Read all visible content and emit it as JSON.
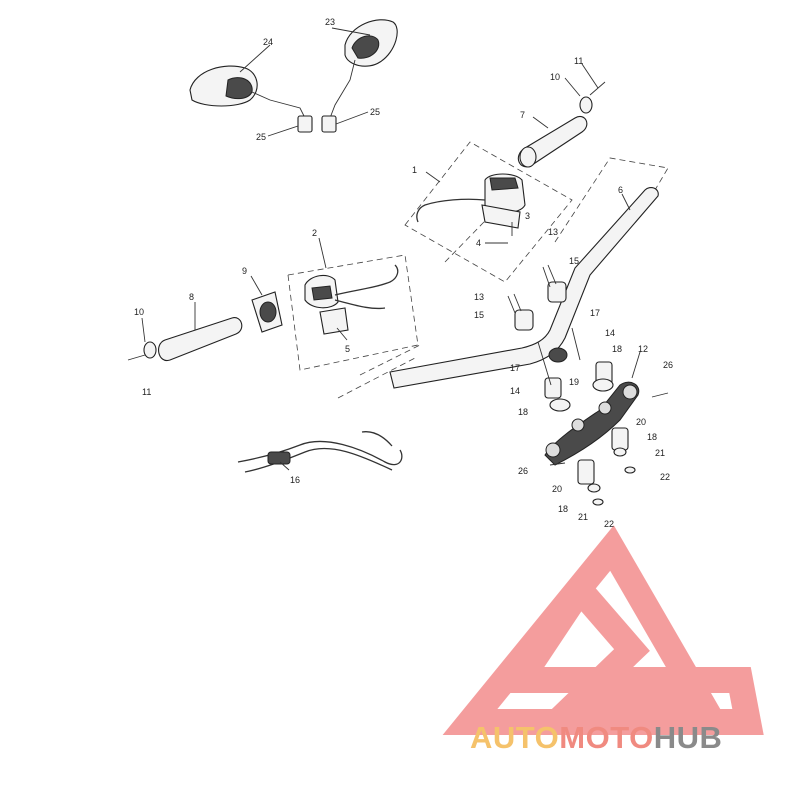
{
  "parts": [
    {
      "id": "1",
      "label": "1"
    },
    {
      "id": "2",
      "label": "2"
    },
    {
      "id": "3",
      "label": "3"
    },
    {
      "id": "4",
      "label": "4"
    },
    {
      "id": "5",
      "label": "5"
    },
    {
      "id": "6",
      "label": "6"
    },
    {
      "id": "7",
      "label": "7"
    },
    {
      "id": "8",
      "label": "8"
    },
    {
      "id": "9",
      "label": "9"
    },
    {
      "id": "10",
      "label": "10"
    },
    {
      "id": "11",
      "label": "11"
    },
    {
      "id": "12",
      "label": "12"
    },
    {
      "id": "13",
      "label": "13"
    },
    {
      "id": "14",
      "label": "14"
    },
    {
      "id": "15",
      "label": "15"
    },
    {
      "id": "16",
      "label": "16"
    },
    {
      "id": "17",
      "label": "17"
    },
    {
      "id": "18",
      "label": "18"
    },
    {
      "id": "19",
      "label": "19"
    },
    {
      "id": "20",
      "label": "20"
    },
    {
      "id": "21",
      "label": "21"
    },
    {
      "id": "22",
      "label": "22"
    },
    {
      "id": "23",
      "label": "23"
    },
    {
      "id": "24",
      "label": "24"
    },
    {
      "id": "25",
      "label": "25"
    },
    {
      "id": "26",
      "label": "26"
    }
  ],
  "watermark": {
    "word_part1": "AUTO",
    "word_part2": "MOTO",
    "word_part3": "HUB",
    "colors": {
      "triangle": "#f28c8c",
      "auto": "#f5c26b",
      "moto": "#f08a80",
      "hub": "#8a8a8a"
    }
  }
}
